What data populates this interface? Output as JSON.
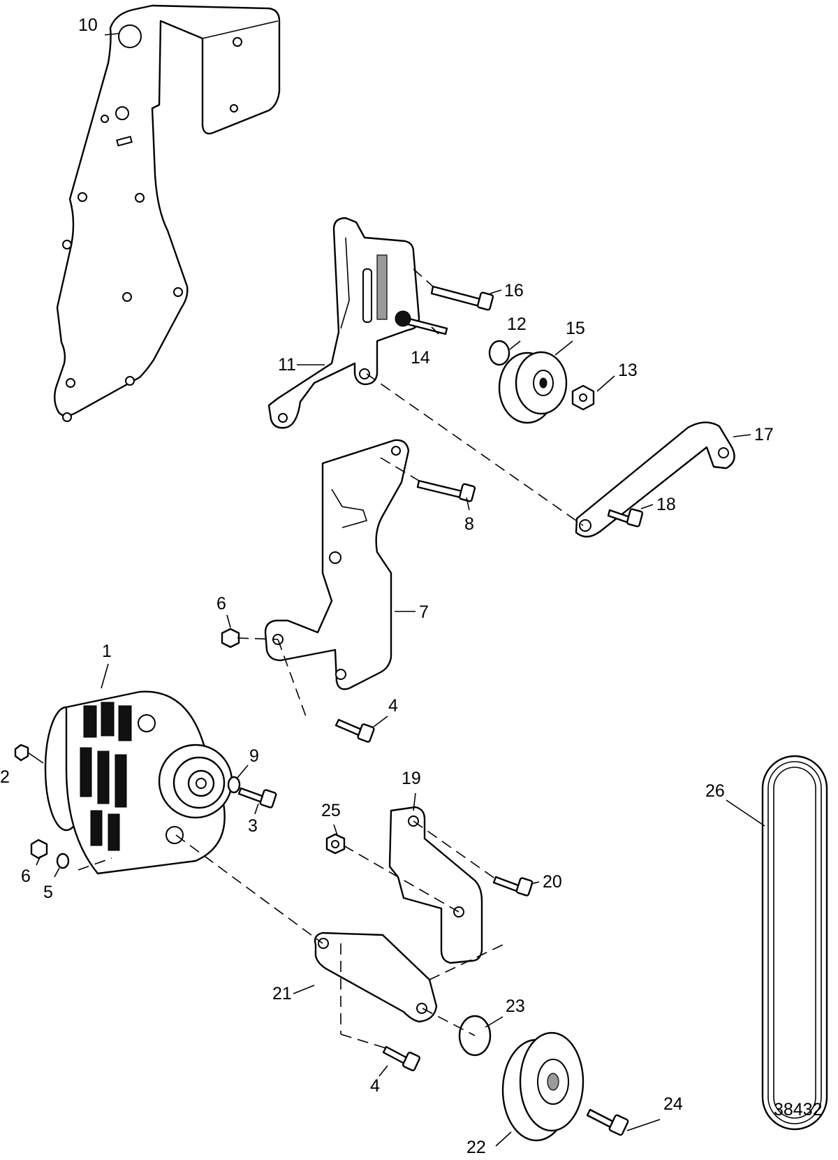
{
  "diagram": {
    "figure_number": "38432",
    "callouts": [
      {
        "id": "1",
        "label": "1"
      },
      {
        "id": "2",
        "label": "2"
      },
      {
        "id": "3",
        "label": "3"
      },
      {
        "id": "4a",
        "label": "4"
      },
      {
        "id": "4b",
        "label": "4"
      },
      {
        "id": "5",
        "label": "5"
      },
      {
        "id": "6a",
        "label": "6"
      },
      {
        "id": "6b",
        "label": "6"
      },
      {
        "id": "7",
        "label": "7"
      },
      {
        "id": "8",
        "label": "8"
      },
      {
        "id": "9",
        "label": "9"
      },
      {
        "id": "10",
        "label": "10"
      },
      {
        "id": "11",
        "label": "11"
      },
      {
        "id": "12",
        "label": "12"
      },
      {
        "id": "13",
        "label": "13"
      },
      {
        "id": "14",
        "label": "14"
      },
      {
        "id": "15",
        "label": "15"
      },
      {
        "id": "16",
        "label": "16"
      },
      {
        "id": "17",
        "label": "17"
      },
      {
        "id": "18",
        "label": "18"
      },
      {
        "id": "19",
        "label": "19"
      },
      {
        "id": "20",
        "label": "20"
      },
      {
        "id": "21",
        "label": "21"
      },
      {
        "id": "22",
        "label": "22"
      },
      {
        "id": "23",
        "label": "23"
      },
      {
        "id": "24",
        "label": "24"
      },
      {
        "id": "25",
        "label": "25"
      },
      {
        "id": "26",
        "label": "26"
      }
    ]
  }
}
